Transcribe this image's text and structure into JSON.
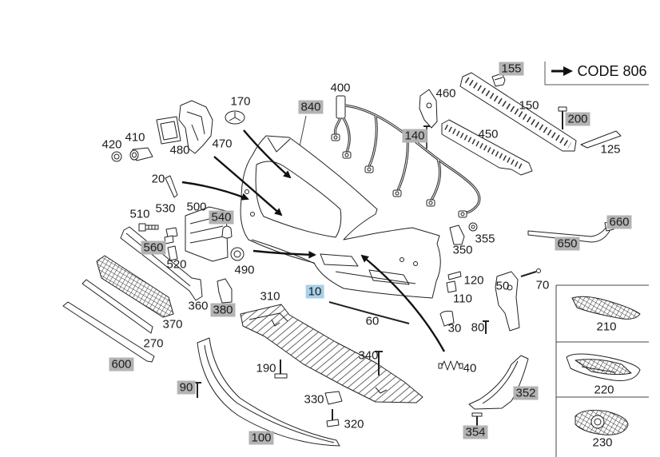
{
  "diagram": {
    "code_label": "CODE 806"
  },
  "callouts": {
    "p155": {
      "number": "155",
      "highlight": "#b3b3b3"
    },
    "p400": {
      "number": "400"
    },
    "p460": {
      "number": "460"
    },
    "p150": {
      "number": "150"
    },
    "p170": {
      "number": "170"
    },
    "p840": {
      "number": "840",
      "highlight": "#b3b3b3"
    },
    "p200": {
      "number": "200",
      "highlight": "#b3b3b3"
    },
    "p140": {
      "number": "140",
      "highlight": "#b3b3b3"
    },
    "p450": {
      "number": "450"
    },
    "p420": {
      "number": "420"
    },
    "p410": {
      "number": "410"
    },
    "p480": {
      "number": "480"
    },
    "p470": {
      "number": "470"
    },
    "p125": {
      "number": "125"
    },
    "p20": {
      "number": "20"
    },
    "p500": {
      "number": "500"
    },
    "p540": {
      "number": "540",
      "highlight": "#b3b3b3"
    },
    "p510": {
      "number": "510"
    },
    "p530": {
      "number": "530"
    },
    "p660": {
      "number": "660",
      "highlight": "#b3b3b3"
    },
    "p355": {
      "number": "355"
    },
    "p650": {
      "number": "650",
      "highlight": "#b3b3b3"
    },
    "p560": {
      "number": "560",
      "highlight": "#b3b3b3"
    },
    "p350": {
      "number": "350"
    },
    "p520": {
      "number": "520"
    },
    "p490": {
      "number": "490"
    },
    "p120": {
      "number": "120"
    },
    "p50": {
      "number": "50"
    },
    "p70": {
      "number": "70"
    },
    "p10": {
      "number": "10",
      "highlight": "#a9d0ea"
    },
    "p310": {
      "number": "310"
    },
    "p110": {
      "number": "110"
    },
    "p360": {
      "number": "360"
    },
    "p380": {
      "number": "380",
      "highlight": "#b3b3b3"
    },
    "p370": {
      "number": "370"
    },
    "p60": {
      "number": "60"
    },
    "p30": {
      "number": "30"
    },
    "p80": {
      "number": "80"
    },
    "p210": {
      "number": "210"
    },
    "p270": {
      "number": "270"
    },
    "p340": {
      "number": "340"
    },
    "p190": {
      "number": "190"
    },
    "p40": {
      "number": "40"
    },
    "p600": {
      "number": "600",
      "highlight": "#b3b3b3"
    },
    "p220": {
      "number": "220"
    },
    "p90": {
      "number": "90",
      "highlight": "#b3b3b3"
    },
    "p352": {
      "number": "352",
      "highlight": "#b3b3b3"
    },
    "p330": {
      "number": "330"
    },
    "p320": {
      "number": "320"
    },
    "p354": {
      "number": "354",
      "highlight": "#b3b3b3"
    },
    "p100": {
      "number": "100",
      "highlight": "#b3b3b3"
    },
    "p230": {
      "number": "230"
    }
  }
}
